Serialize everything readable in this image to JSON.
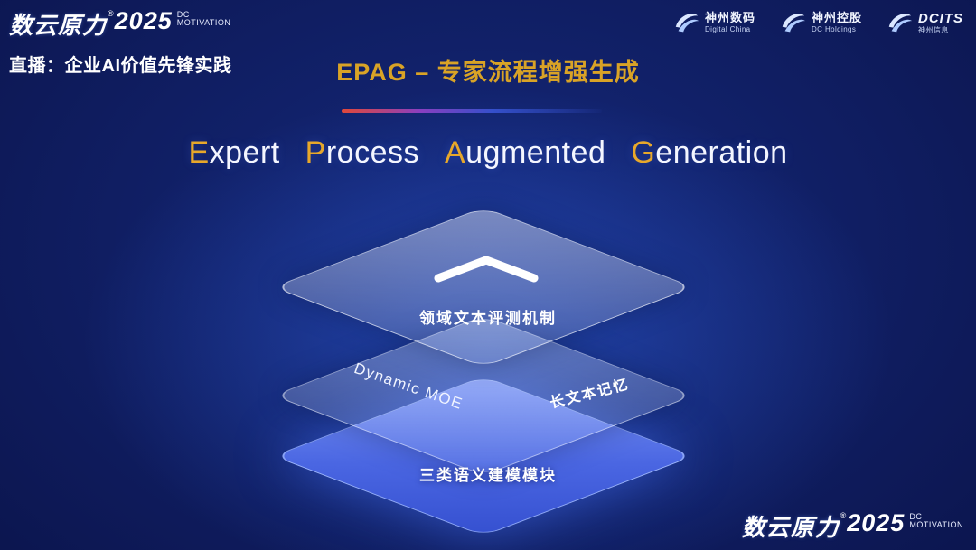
{
  "colors": {
    "gold": "#d9a326",
    "initial_gold": "#e8a82a",
    "background_edge": "#060d30",
    "background_center": "#15297c",
    "bottom_layer_blue": "#4a66e2",
    "divider_red": "#e0483a",
    "divider_blue": "#3550cc"
  },
  "brand": {
    "main": "数云原力",
    "reg": "®",
    "year": "2025",
    "sub_top": "DC",
    "sub_bottom": "MOTIVATION"
  },
  "header": {
    "live_label": "直播：企业AI价值先锋实践",
    "page_title": "EPAG – 专家流程增强生成",
    "logos": [
      {
        "name": "神州数码",
        "sub": "Digital China"
      },
      {
        "name": "神州控股",
        "sub": "DC Holdings"
      },
      {
        "name": "DCITS",
        "sub": "神州信息"
      }
    ]
  },
  "main_title": {
    "full": "Expert Process Augmented Generation",
    "words": [
      {
        "initial": "E",
        "rest": "xpert"
      },
      {
        "initial": "P",
        "rest": "rocess"
      },
      {
        "initial": "A",
        "rest": "ugmented"
      },
      {
        "initial": "G",
        "rest": "eneration"
      }
    ]
  },
  "diagram": {
    "top_layer_label": "领域文本评测机制",
    "middle_layer_left_label": "Dynamic MOE",
    "middle_layer_right_label": "长文本记忆",
    "bottom_layer_label": "三类语义建模模块"
  }
}
